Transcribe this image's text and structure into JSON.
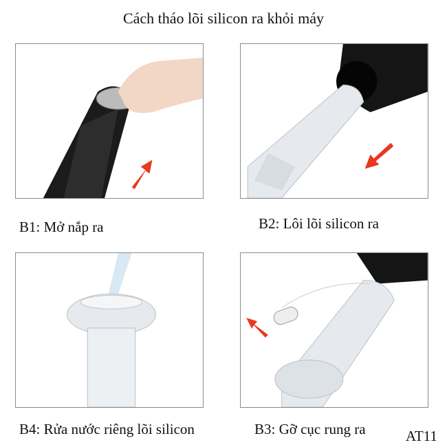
{
  "title": "Cách tháo lõi silicon ra khỏi máy",
  "steps": [
    {
      "caption": "B1: Mở nắp ra"
    },
    {
      "caption": "B2: Lôi lõi silicon ra"
    },
    {
      "caption": "B4: Rửa nước riêng lõi silicon"
    },
    {
      "caption": "B3: Gỡ cục rung ra"
    }
  ],
  "product_code": "AT11",
  "colors": {
    "arrow": "#e8381f",
    "device": "#1a1a1a",
    "border": "#8a8a8a"
  }
}
